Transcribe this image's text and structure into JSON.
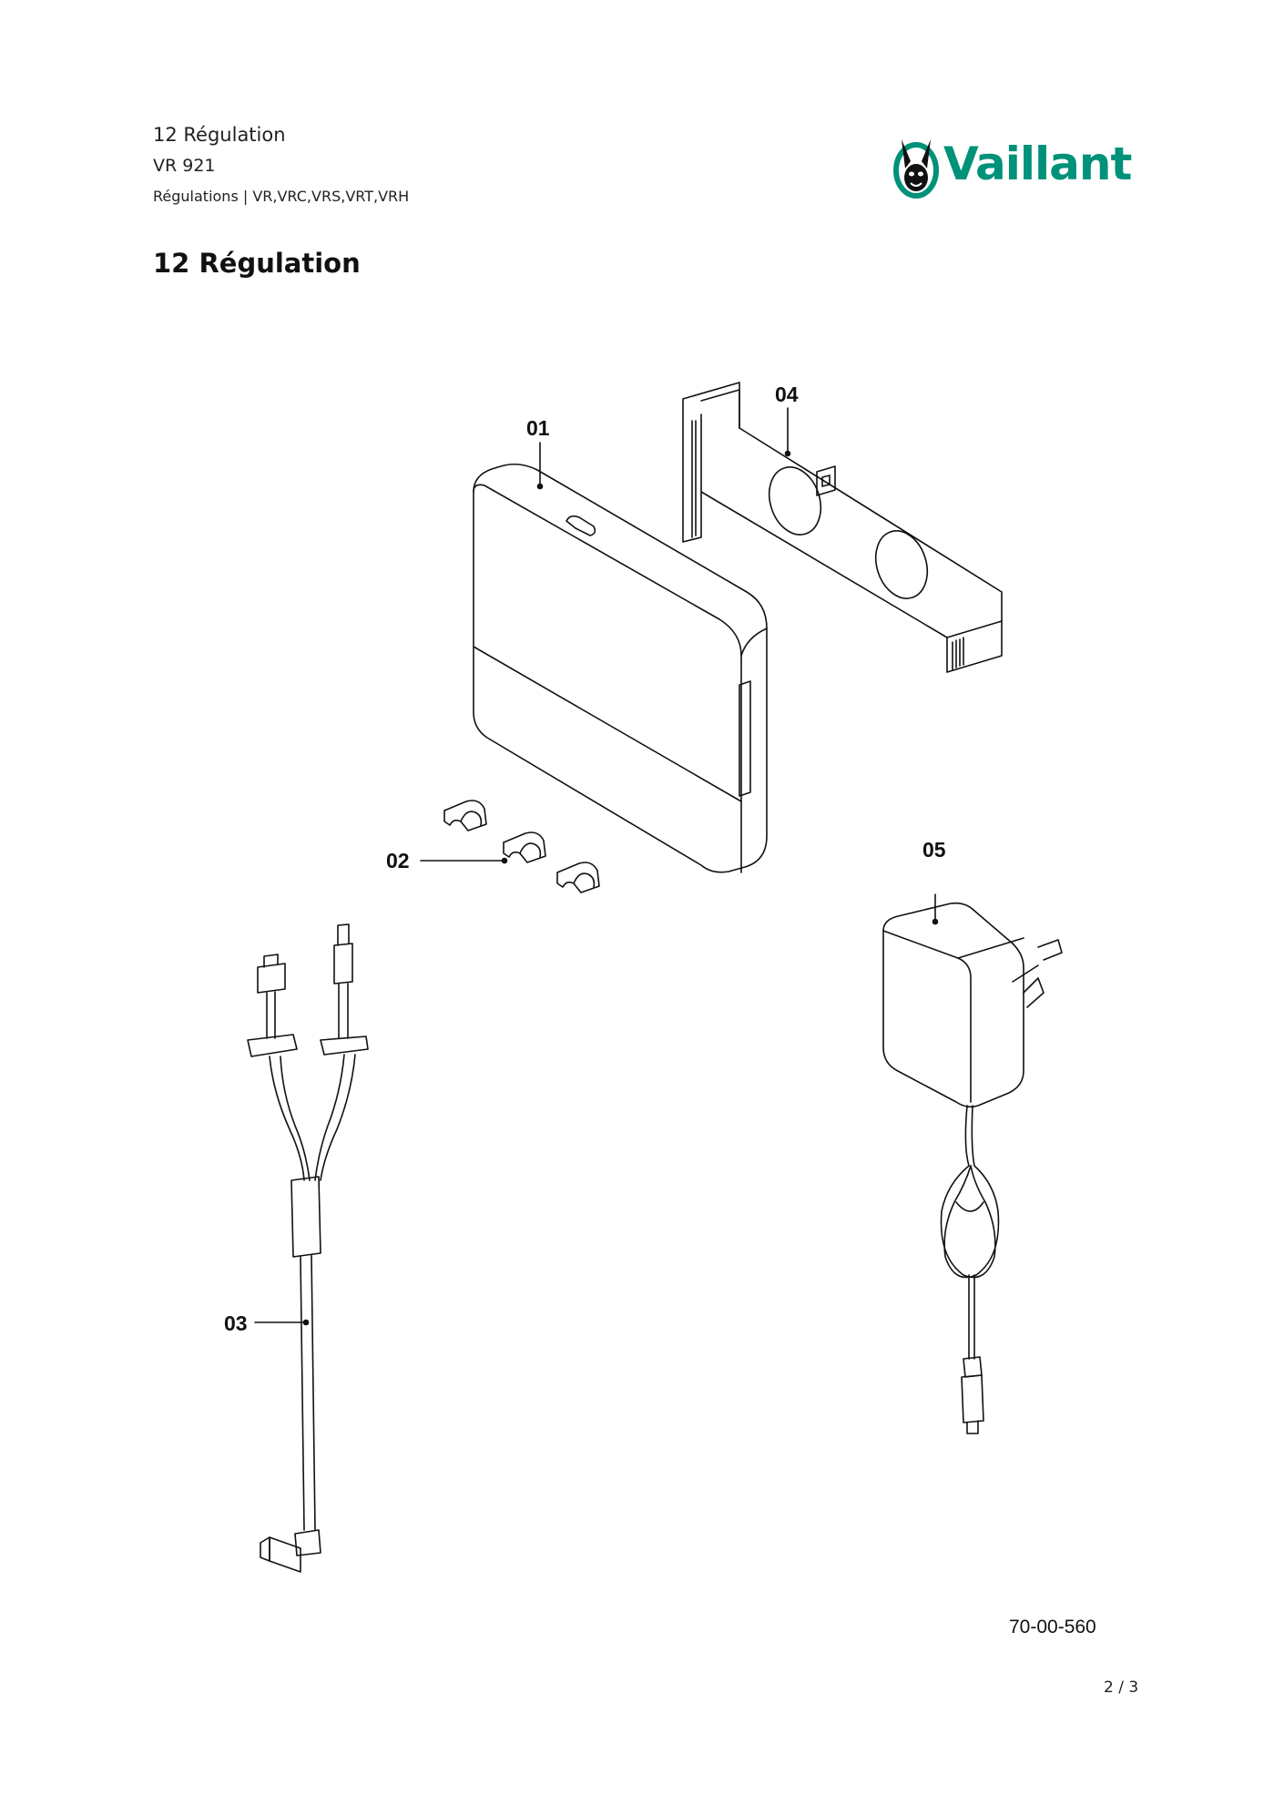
{
  "header": {
    "section": "12 Régulation",
    "model": "VR 921",
    "category": "Régulations | VR,VRC,VRS,VRT,VRH"
  },
  "page_title": "12 Régulation",
  "logo": {
    "text": "Vaillant",
    "icon": "vaillant-hare-icon",
    "color": "#00917a"
  },
  "callouts": {
    "c01": "01",
    "c02": "02",
    "c03": "03",
    "c04": "04",
    "c05": "05"
  },
  "document_number": "70-00-560",
  "page_number": "2 / 3"
}
